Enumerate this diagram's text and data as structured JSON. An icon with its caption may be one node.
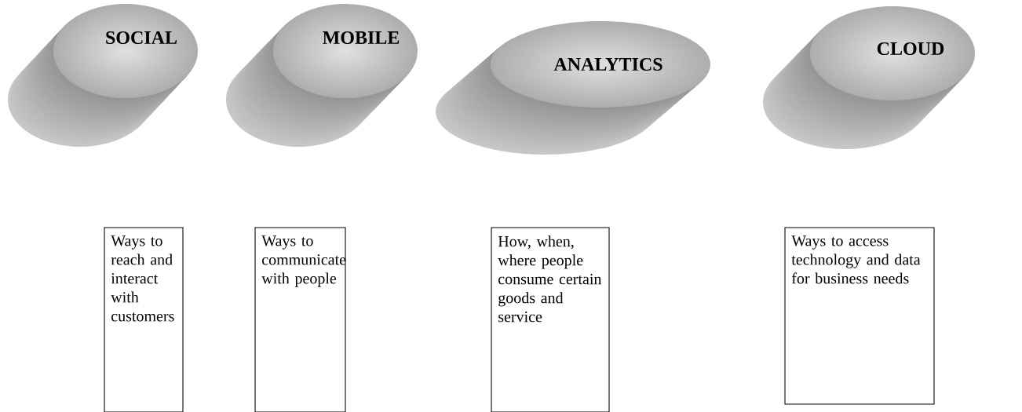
{
  "diagram": {
    "nodes": [
      {
        "text": [
          "SOCIAL"
        ]
      },
      {
        "text": [
          "MOBILE"
        ]
      },
      {
        "text": [
          "ANALYTICS"
        ]
      },
      {
        "text": [
          "CLOUD"
        ]
      },
      {
        "text": [
          "Ways to reach and interact with customers"
        ]
      },
      {
        "text": [
          "Ways to communicate with people"
        ]
      },
      {
        "text": [
          "How, when, where people consume certain goods and service"
        ]
      },
      {
        "text": [
          "Ways to access technology and data for business needs"
        ]
      }
    ]
  }
}
